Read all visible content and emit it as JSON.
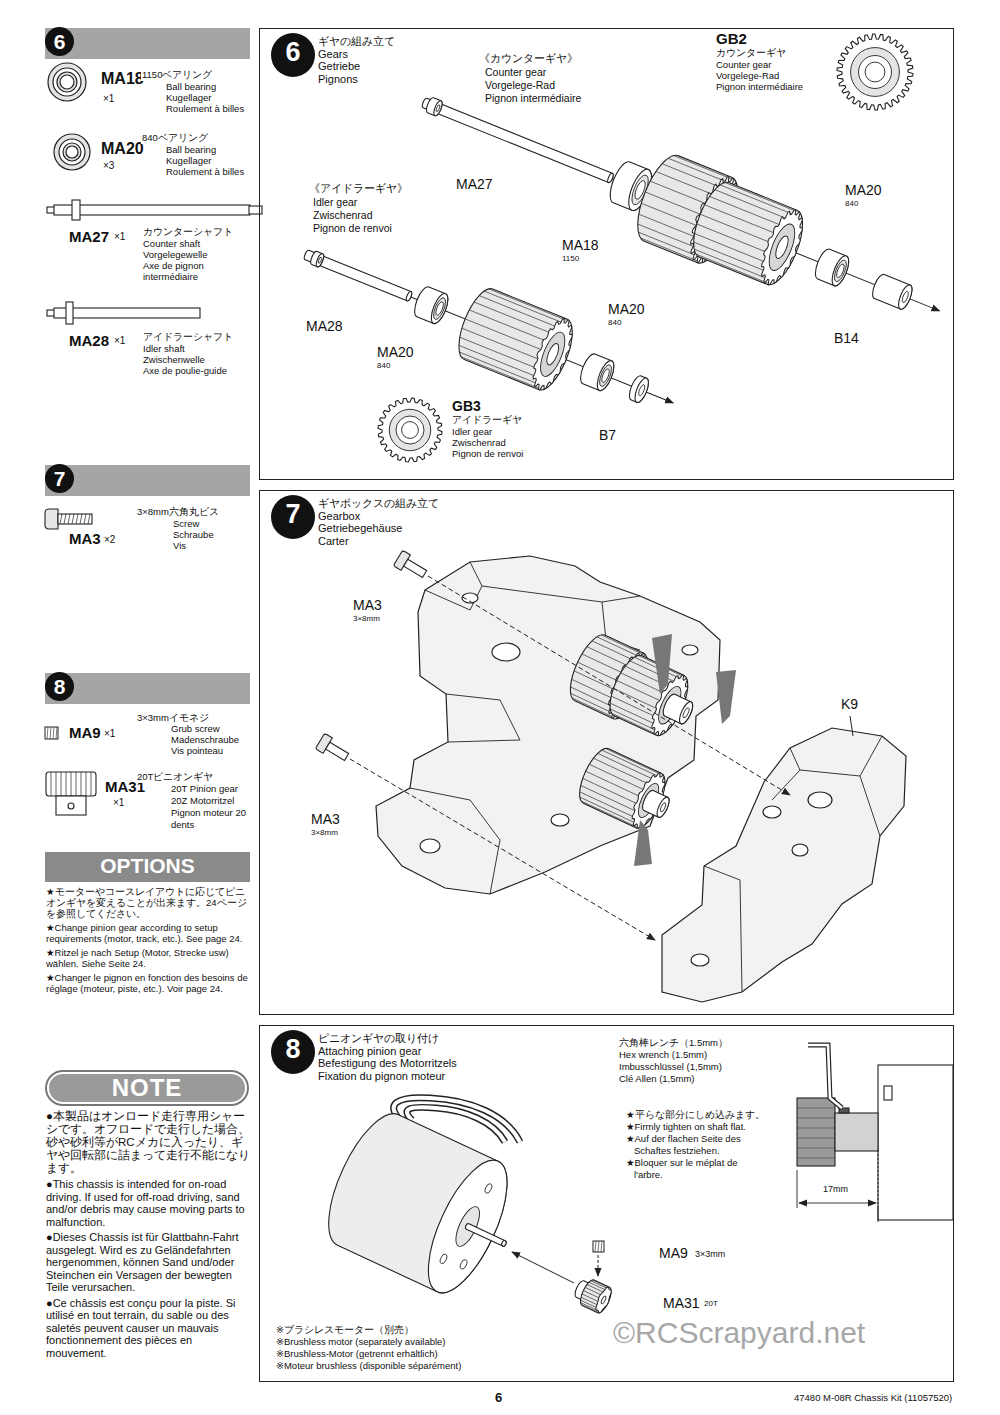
{
  "diagram": {
    "nodes": [
      {
        "text": [
          "6"
        ]
      },
      {
        "text": [
          "7"
        ]
      },
      {
        "text": [
          "8"
        ]
      },
      {
        "text": [
          "OPTIONS"
        ]
      },
      {
        "text": [
          "NOTE"
        ]
      },
      {
        "text": [
          "ギヤの組み立て",
          "Gears",
          "Getriebe",
          "Pignons"
        ]
      },
      {
        "text": [
          "6"
        ],
        "in": 5
      },
      {
        "text": [
          "ギヤボックスの組み立て",
          "Gearbox",
          "Getriebegehäuse",
          "Carter"
        ]
      },
      {
        "text": [
          "7"
        ],
        "in": 7
      },
      {
        "text": [
          "ピニオンギヤの取り付け",
          "Attaching pinion gear",
          "Befestigung des Motorritzels",
          "Fixation du pignon moteur"
        ]
      },
      {
        "text": [
          "8"
        ],
        "in": 9
      }
    ],
    "labels": [
      "MA18",
      "×1",
      "1150ベアリング",
      "Ball bearing",
      "Kugellager",
      "Roulement à billes",
      "MA20",
      "×3",
      "840ベアリング",
      "Ball bearing",
      "Kugellager",
      "Roulement à billes",
      "MA27",
      "×1",
      "カウンターシャフト",
      "Counter shaft",
      "Vorgelegewelle",
      "Axe de pignon",
      "intermédiaire",
      "MA28",
      "×1",
      "アイドラーシャフト",
      "Idler shaft",
      "Zwischenwelle",
      "Axe de poulie-guide",
      "MA3",
      "×2",
      "3×8mm六角丸ビス",
      "Screw",
      "Schraube",
      "Vis",
      "MA9",
      "×1",
      "3×3mmイモネジ",
      "Grub screw",
      "Madenschraube",
      "Vis pointeau",
      "MA31",
      "×1",
      "20Tピニオンギヤ",
      "20T Pinion gear",
      "20Z Motorritzel",
      "Pignon moteur 20",
      "dents",
      "★モーターやコースレイアウトに応じてピニオンギヤを変えることが出来ます。24ページを参照してください。",
      "★Change pinion gear according to setup requirements (motor, track, etc.). See page 24.",
      "★Ritzel je nach Setup (Motor, Strecke usw) wählen. Siehe Seite 24.",
      "★Changer le pignon en fonction des besoins de réglage (moteur, piste, etc.). Voir page 24.",
      "●本製品はオンロード走行専用シャーシです。オフロードで走行した場合、砂や砂利等がRCメカに入ったり、ギヤや回転部に詰まって走行不能になります。",
      "●This chassis is intended for on-road driving. If used for off-road driving, sand and/or debris may cause moving parts to malfunction.",
      "●Dieses Chassis ist für Glattbahn-Fahrt ausgelegt. Wird es zu Geländefahrten hergenommen, können Sand und/oder Steinchen ein Versagen der bewegten Teile verursachen.",
      "●Ce châssis est conçu pour la piste. Si utilisé en tout terrain, du sable ou des saletés peuvent causer un mauvais fonctionnement des pièces en mouvement.",
      "《カウンターギヤ》",
      "Counter gear",
      "Vorgelege-Rad",
      "Pignon intermédiaire",
      "GB2",
      "カウンターギヤ",
      "Counter gear",
      "Vorgelege-Rad",
      "Pignon intermédiaire",
      "MA27",
      "《アイドラーギヤ》",
      "Idler gear",
      "Zwischenrad",
      "Pignon de renvoi",
      "MA18",
      "1150",
      "MA20",
      "840",
      "B14",
      "MA28",
      "MA20",
      "840",
      "MA20",
      "840",
      "GB3",
      "アイドラーギヤ",
      "Idler gear",
      "Zwischenrad",
      "Pignon de renvoi",
      "B7",
      "MA3",
      "3×8mm",
      "MA3",
      "3×8mm",
      "K9",
      "六角棒レンチ（1.5mm）",
      "Hex wrench (1.5mm)",
      "Imbusschlüssel (1,5mm)",
      "Clé Allen (1,5mm)",
      "★平らな部分にしめ込みます。",
      "★Firmly tighten on shaft flat.",
      "★Auf der flachen Seite des",
      "Schaftes festziehen.",
      "★Bloquer sur le méplat de",
      "l'arbre.",
      "17mm",
      "MA9",
      "3×3mm",
      "MA31",
      "20T",
      "※ブラシレスモーター（別売）",
      "※Brushless motor (separately available)",
      "※Brushless-Motor (getrennt erhältlich)",
      "※Moteur brushless (disponible séparément)",
      "©RCScrapyard.net",
      "6",
      "47480  M-08R Chassis Kit (11057520)"
    ]
  }
}
